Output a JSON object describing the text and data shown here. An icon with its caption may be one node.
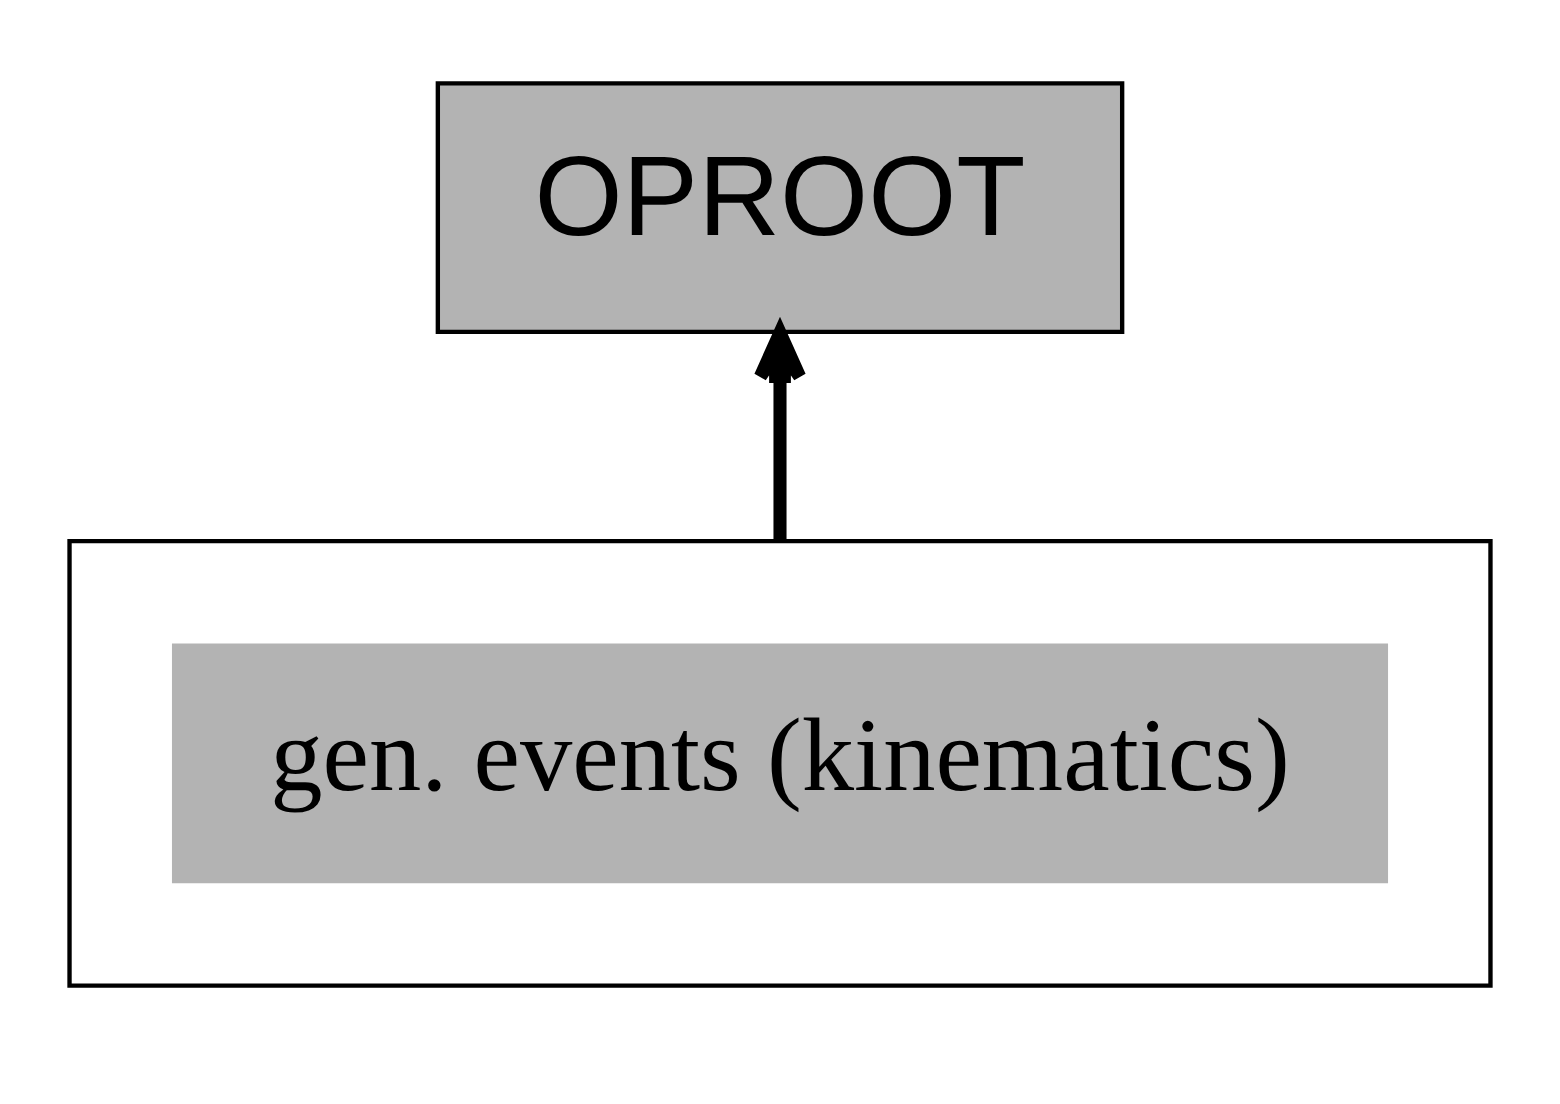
{
  "diagram": {
    "nodes": [
      {
        "text": [],
        "shape": "box"
      },
      {
        "text": [
          "gen. events (kinematics)"
        ],
        "in": 0
      },
      {
        "text": [
          "OPROOT"
        ]
      }
    ],
    "edges": [
      {
        "from": 0,
        "to": 2,
        "arrow": "to"
      }
    ]
  }
}
